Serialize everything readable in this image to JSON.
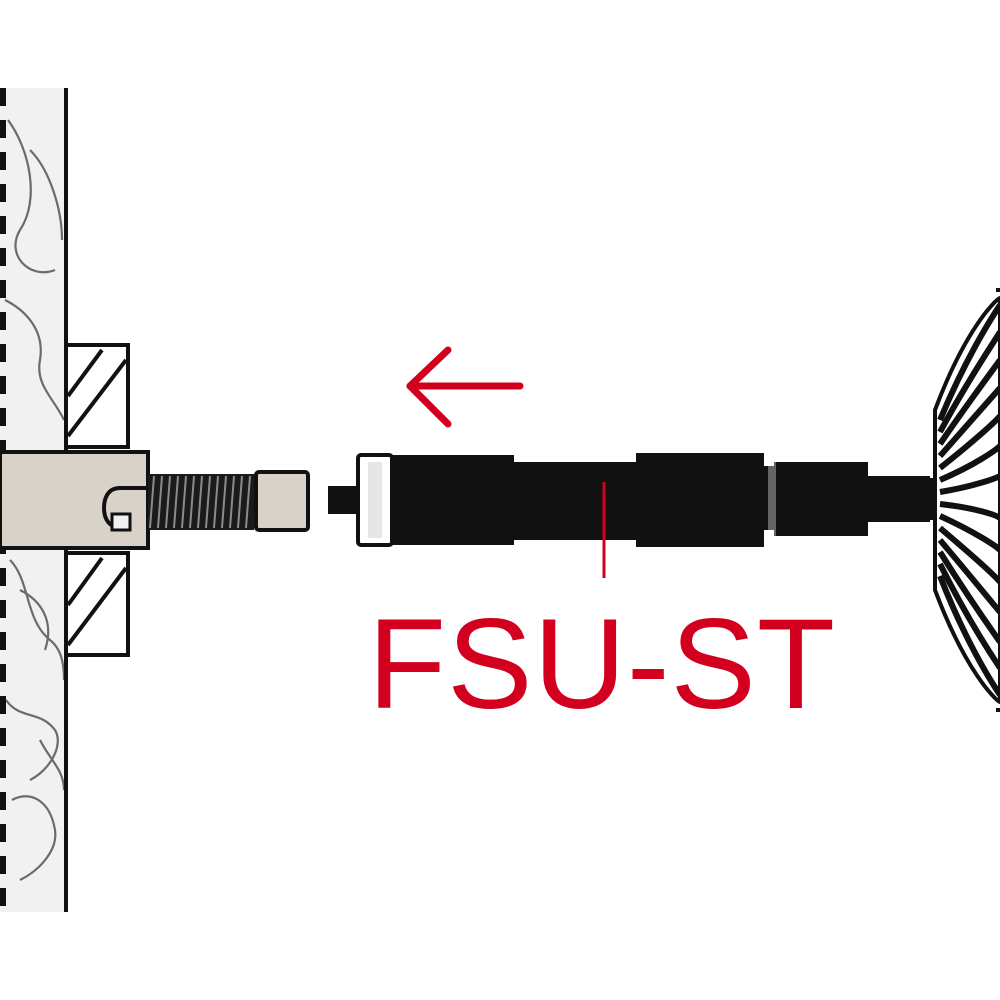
{
  "label": {
    "text": "FSU-ST"
  },
  "arrow": {
    "direction": "left"
  },
  "colors": {
    "accent": "#d2001e",
    "ink": "#111111",
    "wall_fill": "#f1f1f1",
    "anchor_fill": "#d9d2c8",
    "background": "#ffffff"
  },
  "icons": [
    "wall",
    "anchor-bolt",
    "setting-tool",
    "drill-chuck",
    "arrow-left"
  ]
}
